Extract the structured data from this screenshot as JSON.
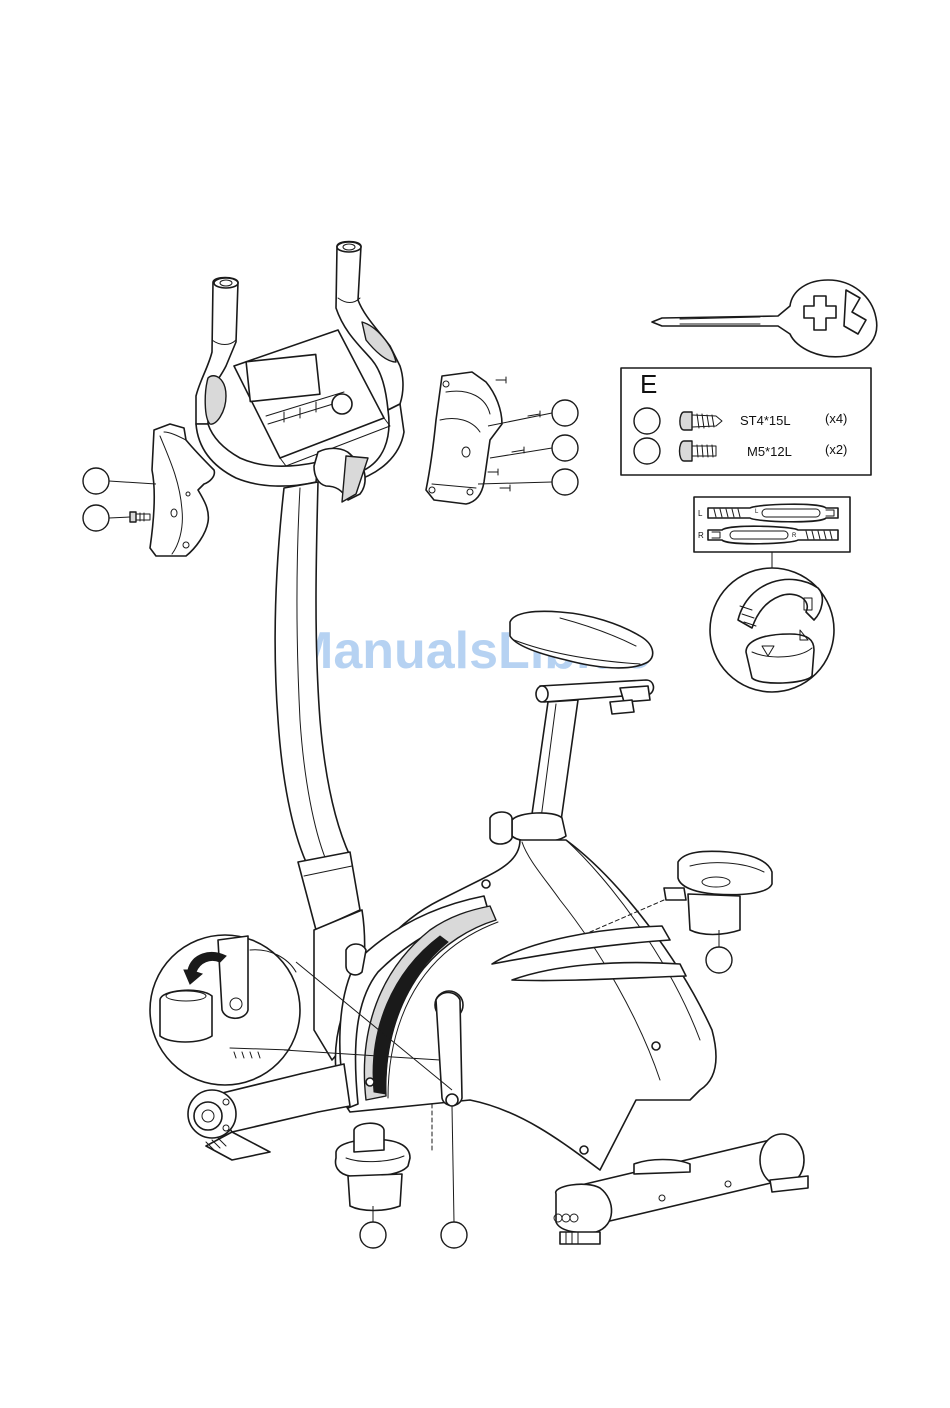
{
  "parts_box": {
    "title": "E",
    "items": [
      {
        "code": "ST4*15L",
        "qty": "(x4)",
        "icon": "self-tapping-screw-icon"
      },
      {
        "code": "M5*12L",
        "qty": "(x2)",
        "icon": "machine-screw-icon"
      }
    ]
  },
  "strap_box": {
    "left_label": "L",
    "right_label": "R",
    "inner_left_label": "L",
    "inner_right_label": "R"
  },
  "watermark": "ManualsLib.de",
  "colors": {
    "line": "#1a1a1a",
    "watermark": "#9ec3ee",
    "background": "#ffffff"
  }
}
